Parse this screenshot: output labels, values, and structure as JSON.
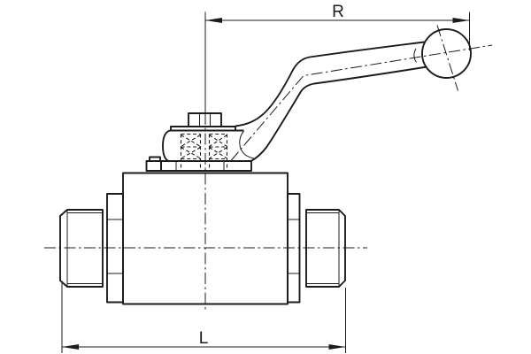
{
  "drawing": {
    "kind": "engineering-line-drawing",
    "subject": "two-way ball valve with bent lever handle and ball knob, side view"
  },
  "labels": {
    "top_dimension": "R",
    "bottom_dimension": "L"
  },
  "colors": {
    "line": "#1c1c1c",
    "background": "#ffffff"
  },
  "parts": [
    "lever-handle",
    "ball-knob",
    "handle-nut",
    "stem-washer",
    "disc-spring-stack-hidden",
    "mounting-flange",
    "locating-tab",
    "valve-body",
    "hex-flat-left",
    "hex-flat-right",
    "threaded-port-left",
    "threaded-port-right",
    "vertical-centerline",
    "horizontal-centerline",
    "dimension-R",
    "dimension-L"
  ]
}
